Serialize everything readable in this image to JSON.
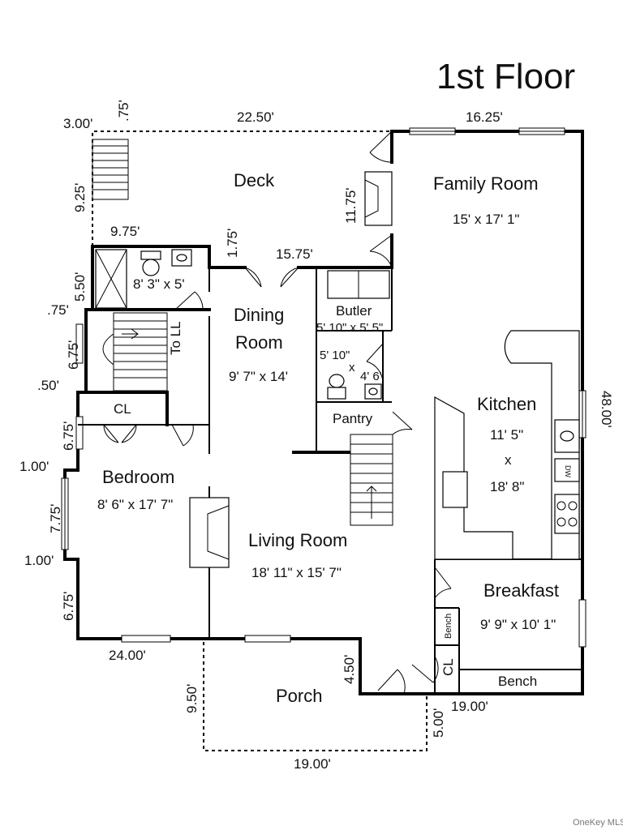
{
  "floor_plan": {
    "title": "1st Floor",
    "watermark": "OneKey MLS",
    "rooms": {
      "deck": {
        "name": "Deck"
      },
      "family_room": {
        "name": "Family Room",
        "size": "15' x 17' 1\""
      },
      "bath": {
        "size": "8' 3\" x 5'"
      },
      "to_ll": {
        "name": "To LL"
      },
      "dining_room": {
        "name_line1": "Dining",
        "name_line2": "Room",
        "size": "9' 7\" x 14'"
      },
      "butler": {
        "name": "Butler",
        "size": "5' 10\" x 5' 5\""
      },
      "powder": {
        "size_line1": "5' 10\"",
        "size_line2": "x",
        "size_line3": "4' 6\""
      },
      "pantry": {
        "name": "Pantry"
      },
      "closet_upper": {
        "name": "CL"
      },
      "kitchen": {
        "name": "Kitchen",
        "size_line1": "11' 5\"",
        "size_line2": "x",
        "size_line3": "18' 8\""
      },
      "dishwasher": {
        "label": "DW"
      },
      "bedroom": {
        "name": "Bedroom",
        "size": "8' 6\" x 17' 7\""
      },
      "living_room": {
        "name": "Living Room",
        "size": "18' 11\" x 15' 7\""
      },
      "breakfast": {
        "name": "Breakfast",
        "size": "9' 9\" x 10' 1\""
      },
      "bench_small": {
        "name": "Bench"
      },
      "closet_lower": {
        "name": "CL"
      },
      "bench_long": {
        "name": "Bench"
      },
      "porch": {
        "name": "Porch"
      }
    },
    "dimensions": {
      "deck_left_top": "3.00'",
      "deck_corner": ".75'",
      "deck_width": "22.50'",
      "family_width": "16.25'",
      "deck_height": "9.25'",
      "fireplace_depth": "11.75'",
      "bath_width": "9.75'",
      "wall_jog": "1.75'",
      "dining_width": "15.75'",
      "bath_height": "5.50'",
      "stair_offset": ".75'",
      "stair_height": "6.75'",
      "jog_small": ".50'",
      "closet_height": "6.75'",
      "bedroom_jog_top": "1.00'",
      "bedroom_window": "7.75'",
      "bedroom_jog_bottom": "1.00'",
      "bedroom_lower": "6.75'",
      "overall_depth": "48.00'",
      "bedroom_width": "24.00'",
      "entry_depth": "4.50'",
      "porch_depth": "9.50'",
      "rear_width": "19.00'",
      "porch_step": "5.00'",
      "porch_width": "19.00'"
    }
  }
}
